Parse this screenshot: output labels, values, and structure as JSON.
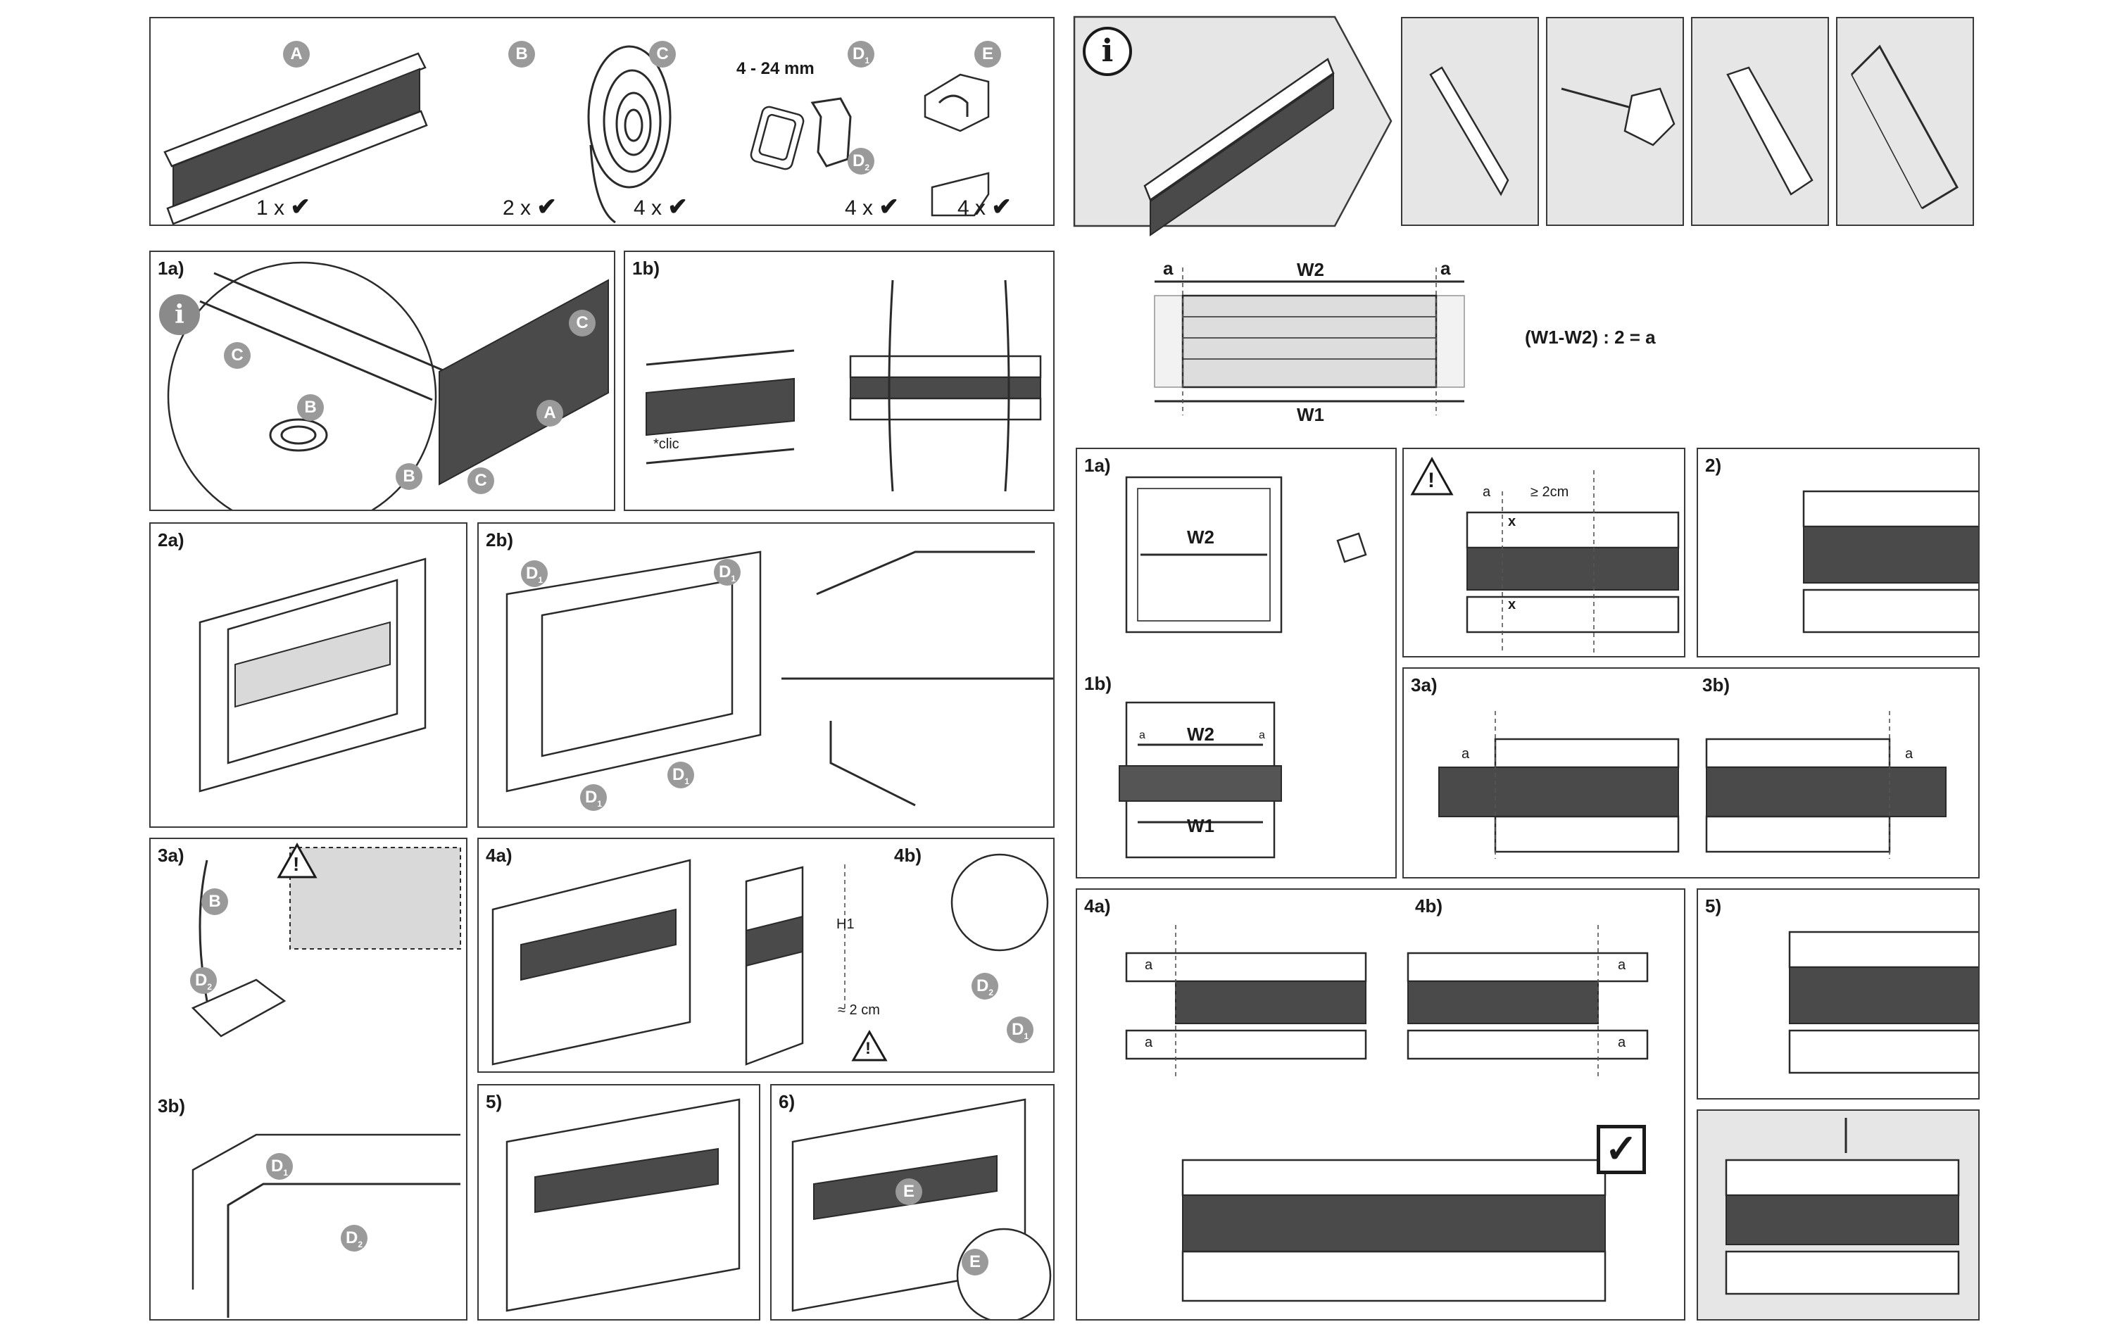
{
  "parts": {
    "A": {
      "badge": "A",
      "qty": "1 x"
    },
    "B": {
      "badge": "B",
      "qty": "2 x"
    },
    "C": {
      "badge": "C",
      "qty": "4 x"
    },
    "D": {
      "badge": "D",
      "qty": "4 x",
      "range": "4 - 24 mm"
    },
    "E": {
      "badge": "E",
      "qty": "4 x"
    },
    "check": "✔"
  },
  "steps_left": {
    "s1a": "1a)",
    "s1b": "1b)",
    "s2a": "2a)",
    "s2b": "2b)",
    "s3a": "3a)",
    "s3b": "3b)",
    "s4a": "4a)",
    "s4b": "4b)",
    "s5": "5)",
    "s6": "6)"
  },
  "labels_left": {
    "clic": "*clic",
    "h1": "H1",
    "approx": "≈ 2 cm"
  },
  "measure": {
    "a": "a",
    "w1": "W1",
    "w2": "W2",
    "formula": "(W1-W2) : 2 = a",
    "gte": "≥ 2cm"
  },
  "steps_right": {
    "s1a": "1a)",
    "s1b": "1b)",
    "s2": "2)",
    "s3a": "3a)",
    "s3b": "3b)",
    "s4a": "4a)",
    "s4b": "4b)",
    "s5": "5)"
  },
  "symbols": {
    "info": "i",
    "warn": "!",
    "x": "x",
    "done": "✓"
  },
  "colors": {
    "fabric": "#4a4a4a",
    "badge": "#9a9a9a",
    "panel_grey": "#e6e6e6",
    "outline": "#2a2a2a"
  },
  "icons": [
    "pencil-icon",
    "tape-measure-icon",
    "utility-knife-icon",
    "hacksaw-icon"
  ]
}
